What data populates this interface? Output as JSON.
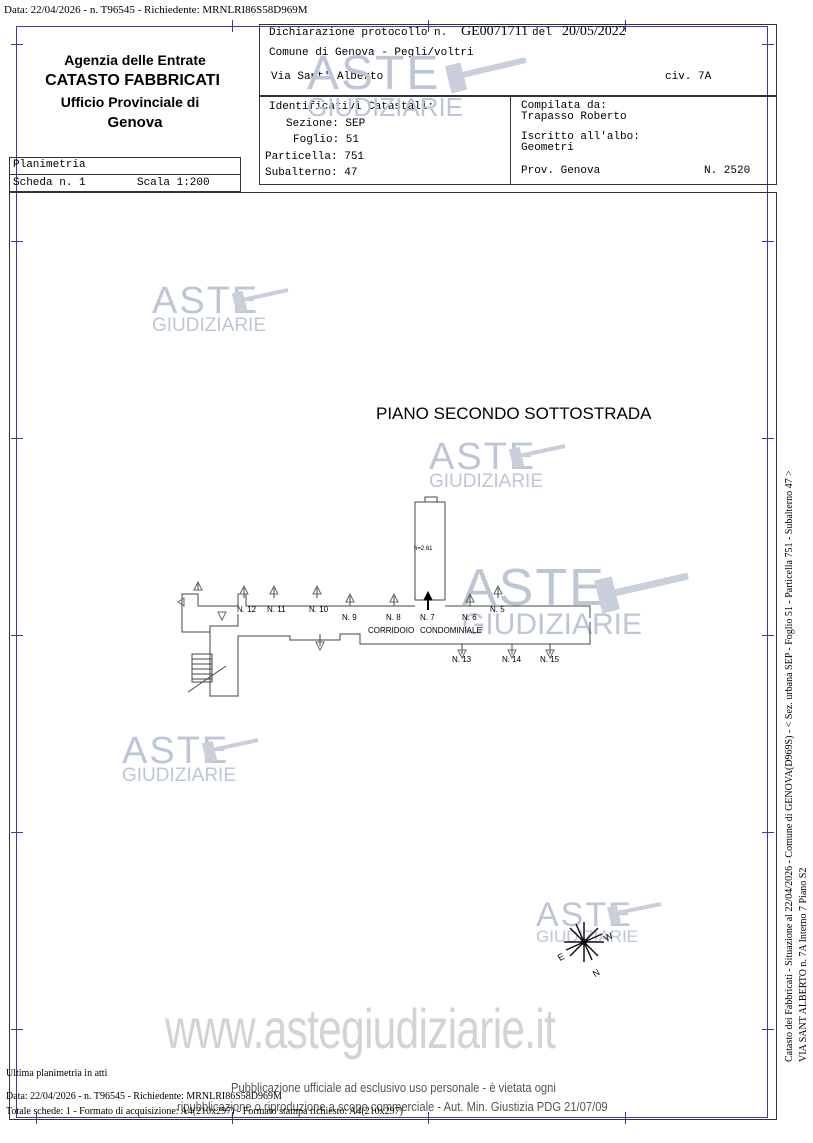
{
  "top_header": "Data: 22/04/2026 - n. T96545 - Richiedente: MRNLRI86S58D969M",
  "agency": {
    "line1": "Agenzia delle Entrate",
    "line2": "CATASTO FABBRICATI",
    "line3": "Ufficio Provinciale di",
    "line4": "Genova"
  },
  "declaration": {
    "protocol_prefix": "Dichiarazione protocollo n.",
    "protocol_number": "GE0071711",
    "date_prefix": "del",
    "date": "20/05/2022",
    "comune": "Comune di Genova - Pegli/voltri",
    "street": "Via Sant' Alberto",
    "civ": "civ. 7A"
  },
  "identifiers": {
    "title": "Identificativi Catastali:",
    "sezione": "Sezione: SEP",
    "foglio": "Foglio: 51",
    "particella": "Particella: 751",
    "subalterno": "Subalterno: 47"
  },
  "compiler": {
    "label": "Compilata da:",
    "name": "Trapasso Roberto",
    "albo_label": "Iscritto all'albo:",
    "albo": "Geometri",
    "prov": "Prov. Genova",
    "number": "N. 2520"
  },
  "planimetria": {
    "label": "Planimetria",
    "scheda": "Scheda n. 1",
    "scala": "Scala 1:200"
  },
  "floor_title": "PIANO SECONDO SOTTOSTRADA",
  "plan": {
    "height_label": "h=2.61",
    "corridor_label_1": "CORRIDOIO",
    "corridor_label_2": "CONDOMINIALE",
    "units_top": [
      "N. 12",
      "N. 11",
      "N. 10",
      "N. 9",
      "N. 8",
      "N. 7",
      "N. 6",
      "N. 5"
    ],
    "units_bottom": [
      "N. 13",
      "N. 14",
      "N. 15"
    ],
    "compass_letters": [
      "E",
      "W",
      "N"
    ]
  },
  "watermark": {
    "aste": "ASTE",
    "giudiziarie": "GIUDIZIARIE",
    "site": "www.astegiudiziarie.it",
    "publication_1": "Pubblicazione ufficiale ad esclusivo uso personale - è vietata ogni",
    "publication_2": "ripubblicazione o riproduzione a scopo commerciale - Aut. Min. Giustizia PDG 21/07/09"
  },
  "footer": {
    "last": "Ultima planimetria in atti",
    "data": "Data: 22/04/2026 - n. T96545 - Richiedente: MRNLRI86S58D969M",
    "totale": "Totale schede: 1 - Formato di acquisizione: A4(210x297) - Formato stampa richiesto: A4(210x297)"
  },
  "side_text": {
    "line1": "Catasto dei Fabbricati - Situazione al 22/04/2026 - Comune di GENOVA(D969S) - < Sez. urbana SEP - Foglio 51 - Particella 751 - Subalterno 47 >",
    "line2": "VIA SANT ALBERTO n. 7A  Interno 7 Piano S2"
  }
}
